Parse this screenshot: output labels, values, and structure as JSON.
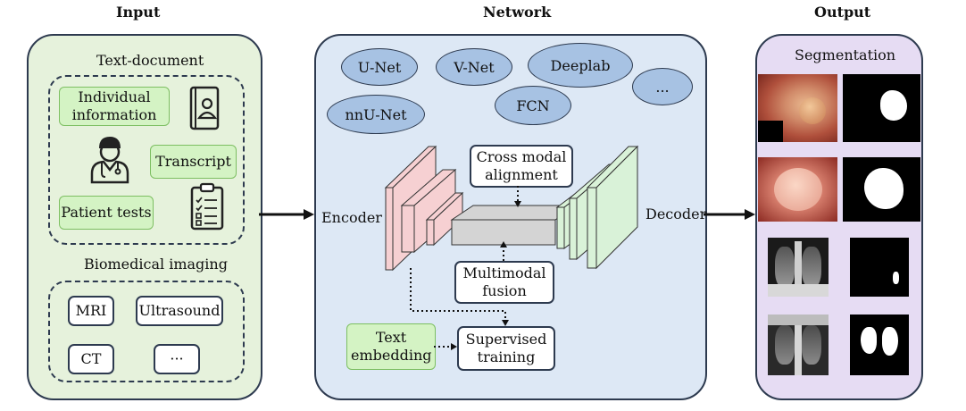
{
  "headings": {
    "input": "Input",
    "network": "Network",
    "output": "Output"
  },
  "input": {
    "text_document_label": "Text-document",
    "individual_information": "Individual information",
    "transcript": "Transcript",
    "patient_tests": "Patient tests",
    "biomedical_imaging_label": "Biomedical imaging",
    "mri": "MRI",
    "ultrasound": "Ultrasound",
    "ct": "CT",
    "more": "···"
  },
  "network": {
    "models": {
      "unet": "U-Net",
      "vnet": "V-Net",
      "deeplab": "Deeplab",
      "more": "...",
      "nnunet": "nnU-Net",
      "fcn": "FCN"
    },
    "encoder": "Encoder",
    "decoder": "Decoder",
    "cross_modal_alignment": "Cross modal alignment",
    "multimodal_fusion": "Multimodal fusion",
    "text_embedding": "Text embedding",
    "supervised_training": "Supervised training"
  },
  "output": {
    "segmentation": "Segmentation"
  },
  "colors": {
    "input_panel": "#e6f2dc",
    "network_panel": "#dde8f5",
    "output_panel": "#e6dcf3",
    "encoder": "#f6d0d2",
    "decoder": "#d9f2d8",
    "bottleneck": "#d4d4d4",
    "model_ellipse": "#a7c2e3",
    "text_box": "#d4f3c4"
  }
}
